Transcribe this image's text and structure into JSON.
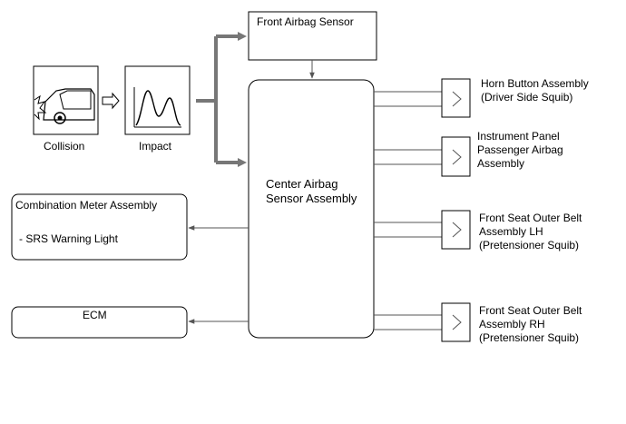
{
  "collision": {
    "label": "Collision",
    "icon": "car-collision-icon"
  },
  "impact": {
    "label": "Impact",
    "icon": "impact-graph-icon"
  },
  "front_sensor": {
    "label": "Front Airbag Sensor"
  },
  "center_sensor": {
    "label": "Center Airbag\nSensor Assembly"
  },
  "combination_meter": {
    "title": "Combination Meter Assembly",
    "item": "- SRS Warning Light"
  },
  "ecm": {
    "label": "ECM"
  },
  "outputs": [
    {
      "label": "Horn Button Assembly\n(Driver Side Squib)"
    },
    {
      "label": "Instrument Panel\nPassenger Airbag\nAssembly"
    },
    {
      "label": "Front Seat Outer Belt\nAssembly LH\n(Pretensioner Squib)"
    },
    {
      "label": "Front Seat Outer Belt\nAssembly RH\n(Pretensioner Squib)"
    }
  ]
}
